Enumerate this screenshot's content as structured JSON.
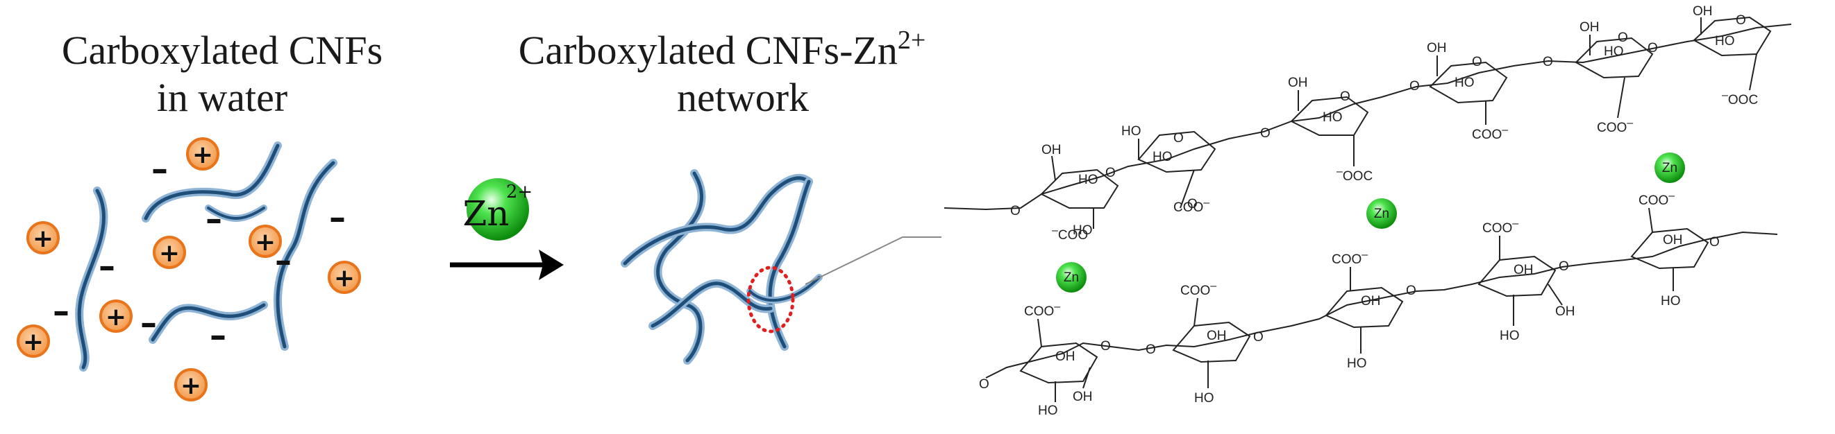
{
  "left_panel": {
    "title_line1": "Carboxylated CNFs",
    "title_line2": "in water",
    "cation_sign": "+",
    "anion_sign": "–"
  },
  "reagent": {
    "symbol": "Zn",
    "charge": "2+"
  },
  "middle_panel": {
    "title_line1": "Carboxylated CNFs-Zn",
    "title_sup": "2+",
    "title_line2": "network"
  },
  "structure": {
    "hydroxyl": "OH",
    "hydroxyl_rev": "HO",
    "ring_oxygen": "O",
    "carboxylate": "COO",
    "carboxylate_rev": "OOC",
    "minus": "–",
    "zinc_ion": "Zn"
  },
  "colors": {
    "fiber_dark": "#1f4e79",
    "fiber_light": "#8fb4d6",
    "cation_fill": "#f7a35c",
    "cation_stroke": "#e8741c",
    "zinc_green": "#22cc22",
    "highlight_red": "#e02020"
  }
}
